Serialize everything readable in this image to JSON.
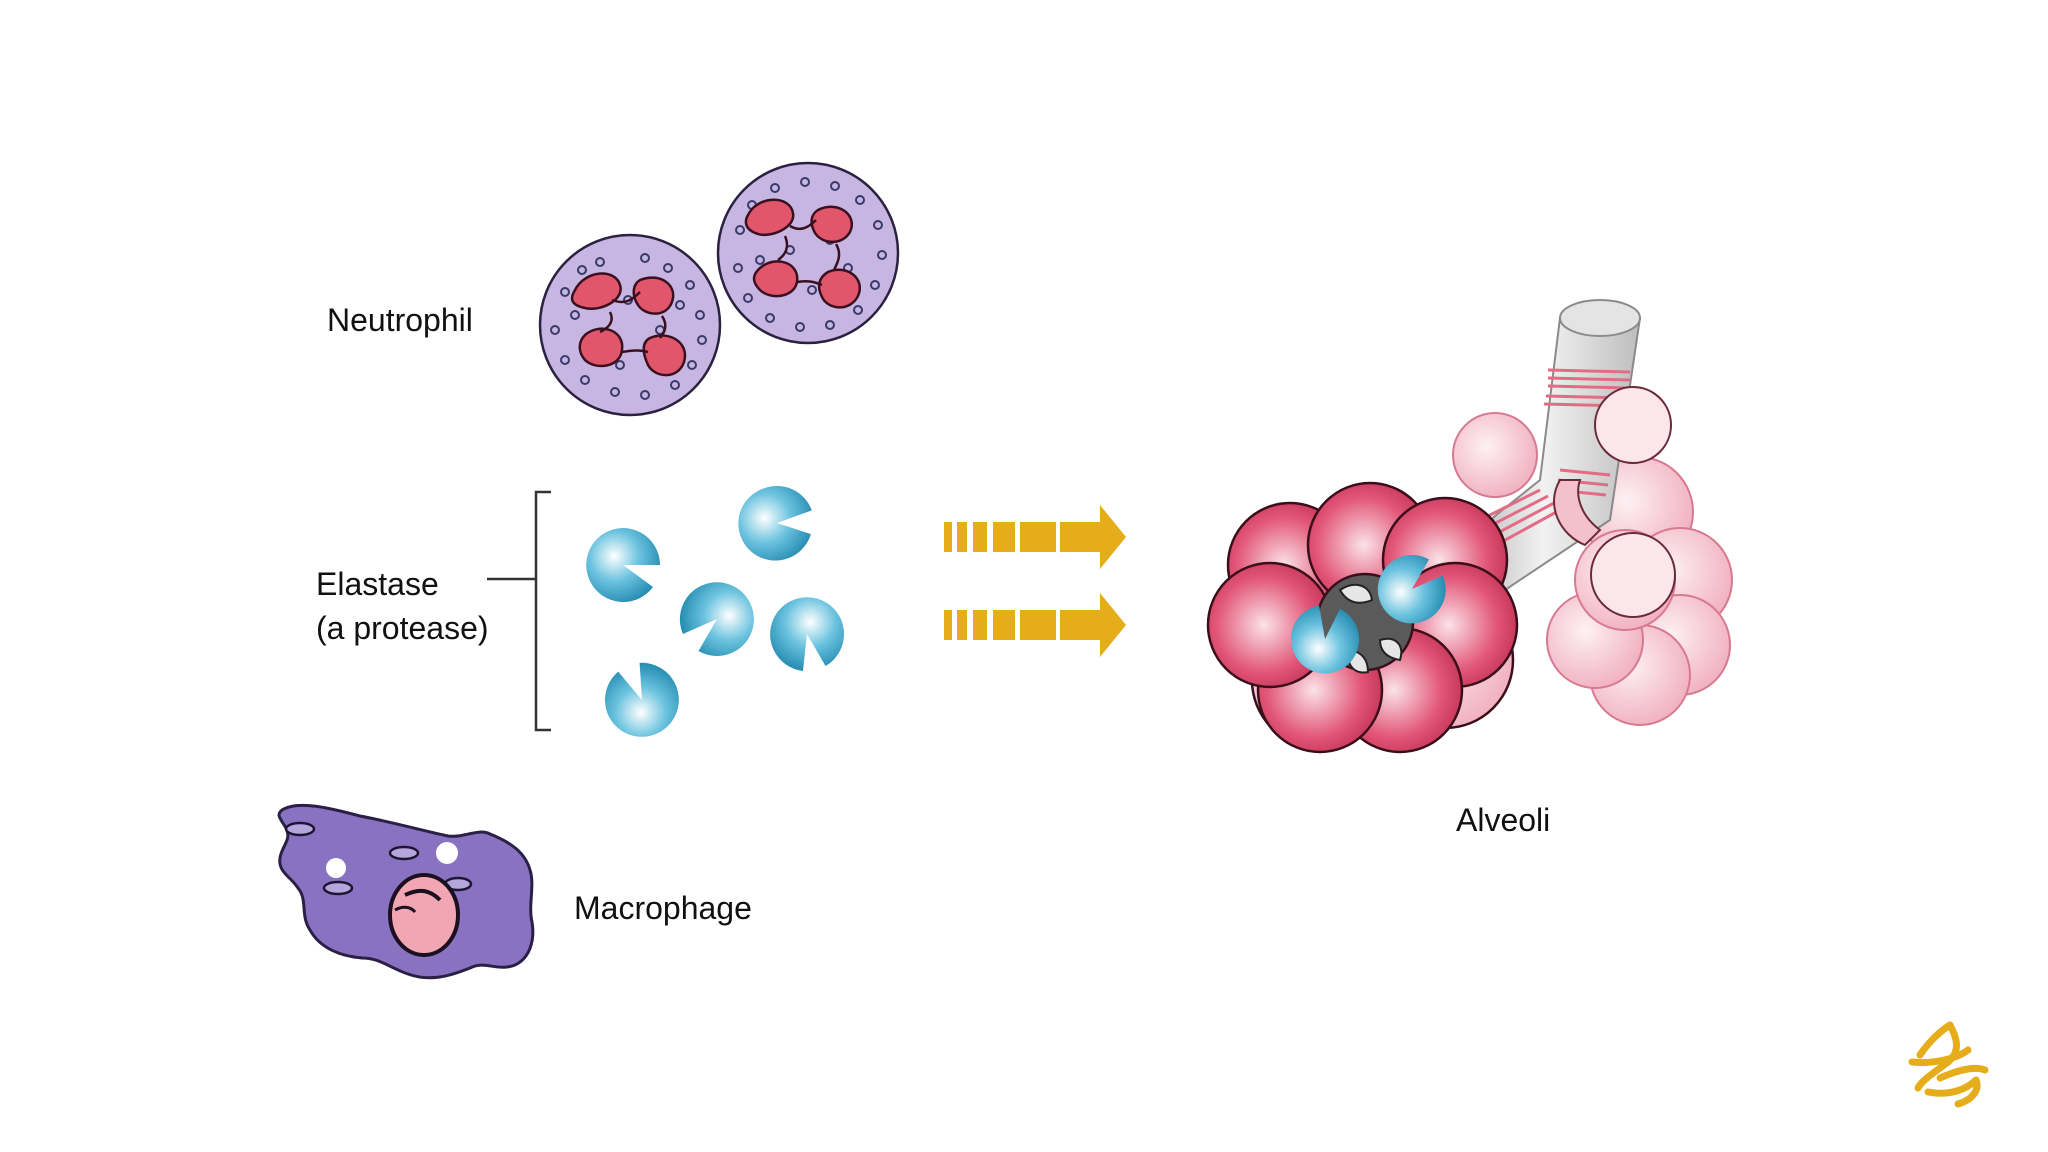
{
  "labels": {
    "neutrophil": "Neutrophil",
    "elastase_line1": "Elastase",
    "elastase_line2": "(a protease)",
    "macrophage": "Macrophage",
    "alveoli": "Alveoli"
  },
  "colors": {
    "neutrophil_cytoplasm": "#c7b6e2",
    "neutrophil_nucleus": "#e2566c",
    "elastase_blue": "#1f8fb4",
    "arrow_gold": "#e6ad1a",
    "macrophage_purple": "#8a72c2",
    "macrophage_nucleus": "#f2a6b4",
    "alveoli_red": "#d63352",
    "alveoli_pink": "#f2b7c3",
    "logo_gold": "#e6ad1a"
  },
  "icons": {
    "logo": "brand-logo-icon"
  }
}
